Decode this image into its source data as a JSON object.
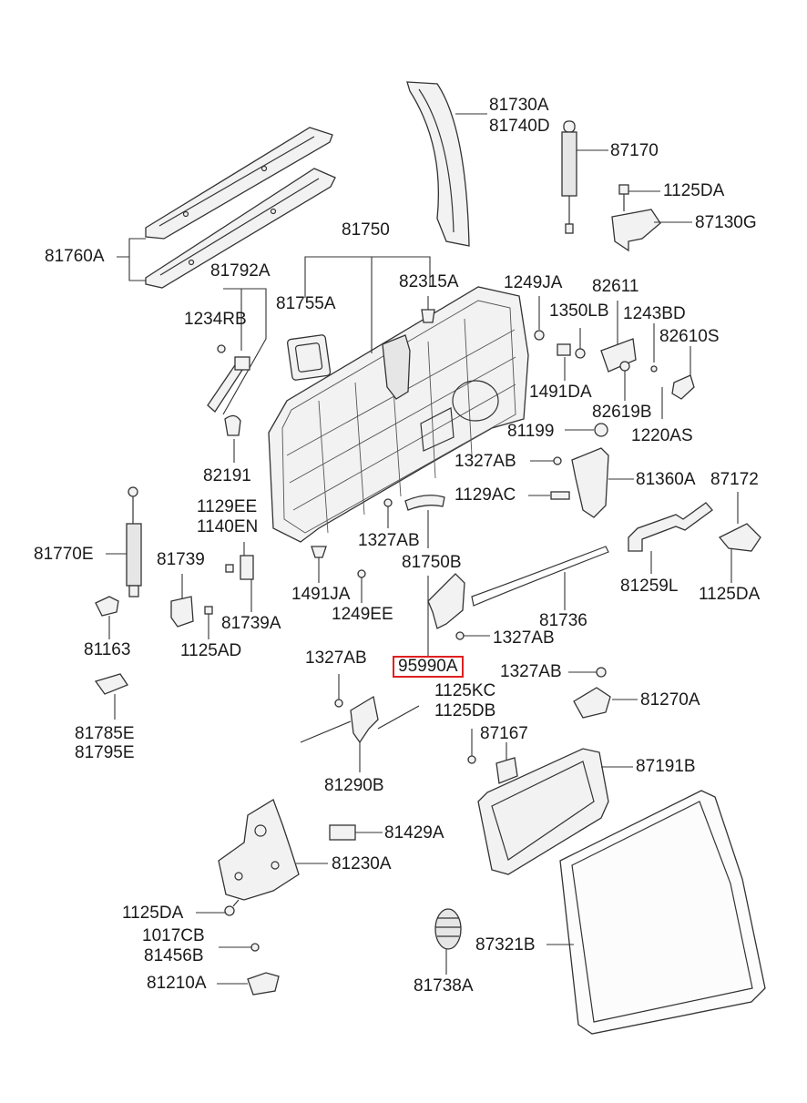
{
  "labels": {
    "p81730A": "81730A",
    "p81740D": "81740D",
    "p87170": "87170",
    "p1125DA_a": "1125DA",
    "p87130G": "87130G",
    "p81760A": "81760A",
    "p81750": "81750",
    "p81792A": "81792A",
    "p81755A": "81755A",
    "p82315A": "82315A",
    "p1249JA": "1249JA",
    "p82611": "82611",
    "p1350LB": "1350LB",
    "p1243BD": "1243BD",
    "p82610S": "82610S",
    "p1234RB": "1234RB",
    "p1491DA": "1491DA",
    "p82619B": "82619B",
    "p81199": "81199",
    "p1220AS": "1220AS",
    "p82191": "82191",
    "p1327AB_a": "1327AB",
    "p81360A": "81360A",
    "p87172": "87172",
    "p1129EE": "1129EE",
    "p1140EN": "1140EN",
    "p1129AC": "1129AC",
    "p81770E": "81770E",
    "p1327AB_b": "1327AB",
    "p81739": "81739",
    "p81750B": "81750B",
    "p81259L": "81259L",
    "p1125DA_b": "1125DA",
    "p1491JA": "1491JA",
    "p81736": "81736",
    "p1249EE": "1249EE",
    "p81739A": "81739A",
    "p1327AB_c": "1327AB",
    "p81163": "81163",
    "p1125AD": "1125AD",
    "p95990A": "95990A",
    "p1327AB_d": "1327AB",
    "p1327AB_e": "1327AB",
    "p81270A": "81270A",
    "p1125KC": "1125KC",
    "p1125DB": "1125DB",
    "p81785E": "81785E",
    "p81795E": "81795E",
    "p87167": "87167",
    "p81290B": "81290B",
    "p87191B": "87191B",
    "p81429A": "81429A",
    "p81230A": "81230A",
    "p1125DA_c": "1125DA",
    "p1017CB": "1017CB",
    "p81456B": "81456B",
    "p87321B": "87321B",
    "p81210A": "81210A",
    "p81738A": "81738A"
  },
  "highlight": {
    "part": "95990A",
    "color": "#e02020"
  }
}
